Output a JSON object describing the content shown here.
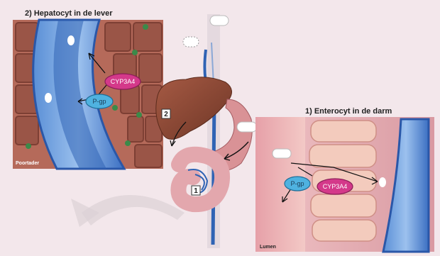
{
  "panels": {
    "liver": {
      "title": "2) Hepatocyt in de lever",
      "vessel_label": "Poortader",
      "enzyme_label": "CYP3A4",
      "transporter_label": "P-gp"
    },
    "intestine": {
      "title": "1) Enterocyt in de darm",
      "lumen_label": "Lumen",
      "enzyme_label": "CYP3A4",
      "transporter_label": "P-gp"
    }
  },
  "steps": {
    "step1": "1",
    "step2": "2"
  },
  "colors": {
    "background": "#f3e7eb",
    "cyp_enzyme": "#d4398a",
    "pgp_transporter": "#4fb2e0",
    "blood_vessel": "#2f63b4",
    "hepatocyte": "#9a5547",
    "enterocyte": "#f1c0b0",
    "liver_organ": "#8b4631"
  }
}
